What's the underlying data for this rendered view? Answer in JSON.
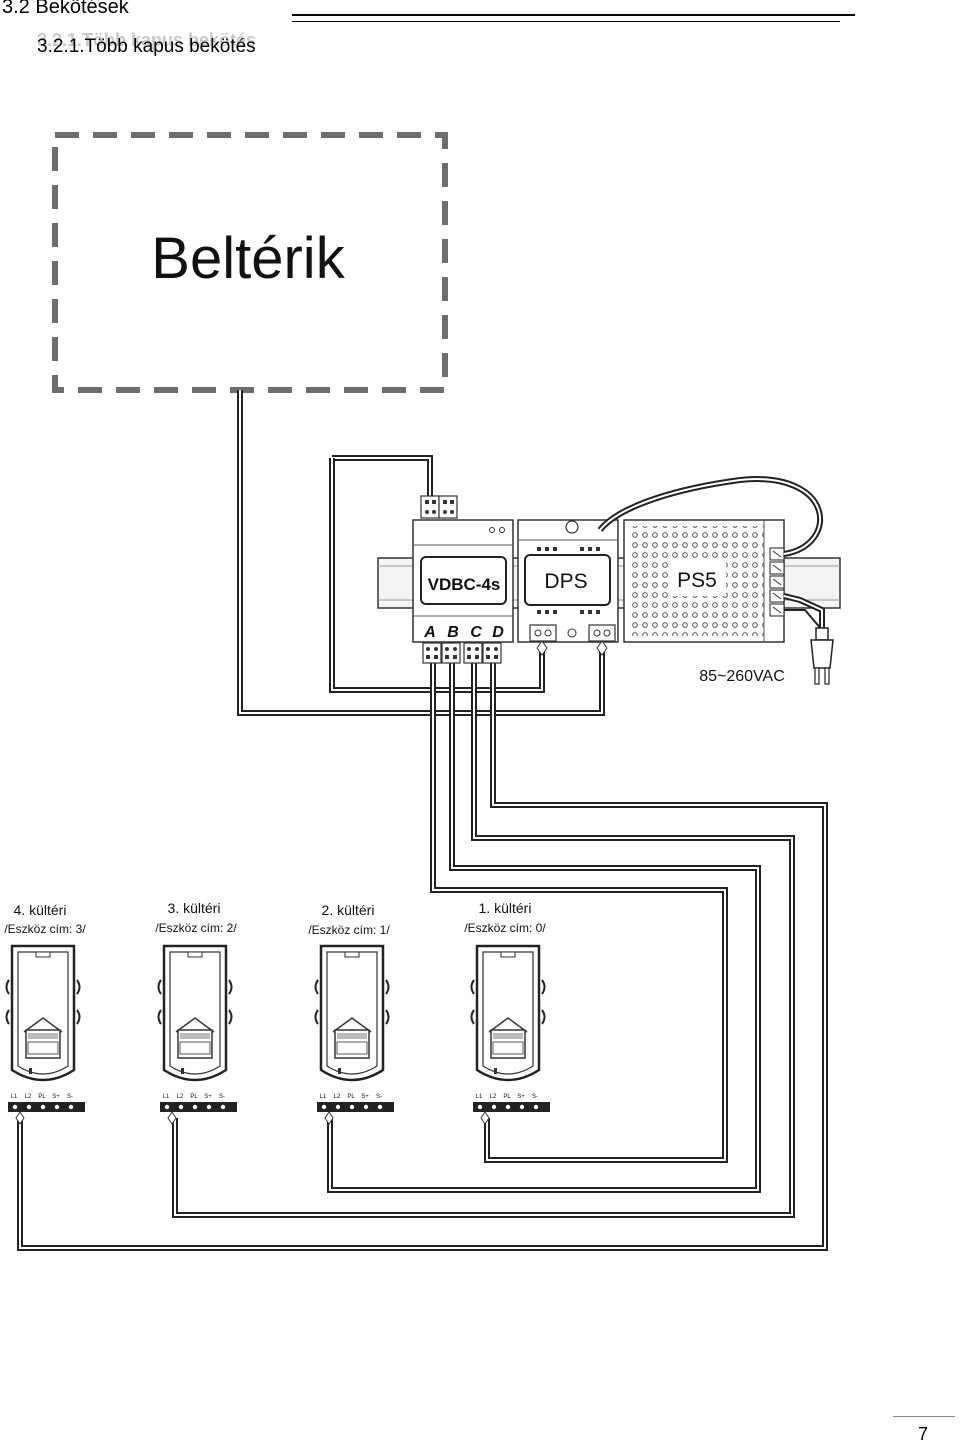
{
  "header": {
    "section_title": "3.2 Bekötések",
    "subsection_ghost": "3.2.1.Több kapus bekötés",
    "subsection_title": "3.2.1.Több kapus bekötés"
  },
  "diagram": {
    "indoor_label": "Beltérik",
    "distributor": {
      "name": "VDBC-4s",
      "ports": [
        "A",
        "B",
        "C",
        "D"
      ]
    },
    "dps_label": "DPS",
    "psu_label": "PS5",
    "mains_label": "85~260VAC",
    "outdoor_units": [
      {
        "title": "4. kültéri",
        "address": "/Eszköz cím: 3/"
      },
      {
        "title": "3. kültéri",
        "address": "/Eszköz cím: 2/"
      },
      {
        "title": "2. kültéri",
        "address": "/Eszköz cím: 1/"
      },
      {
        "title": "1. kültéri",
        "address": "/Eszköz cím: 0/"
      }
    ],
    "terminal_labels": [
      "L1",
      "L2",
      "PL",
      "S+",
      "S-"
    ]
  },
  "footer": {
    "page_number": "7"
  }
}
